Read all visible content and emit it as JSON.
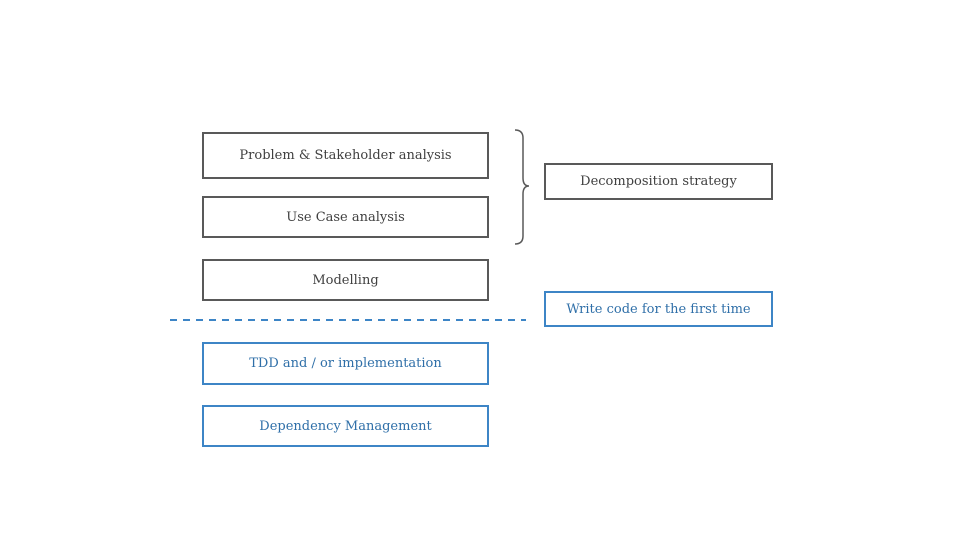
{
  "diagram": {
    "left_column": [
      {
        "label": "Problem & Stakeholder analysis",
        "style": "grey"
      },
      {
        "label": "Use Case analysis",
        "style": "grey"
      },
      {
        "label": "Modelling",
        "style": "grey"
      },
      {
        "label": "TDD and / or implementation",
        "style": "blue"
      },
      {
        "label": "Dependency Management",
        "style": "blue"
      }
    ],
    "right_column": [
      {
        "label": "Decomposition strategy",
        "style": "grey"
      },
      {
        "label": "Write code for the first time",
        "style": "blue"
      }
    ]
  },
  "colors": {
    "grey_border": "#595959",
    "grey_text": "#404040",
    "blue_border": "#3d85c6",
    "blue_text": "#2f6fa8",
    "divider": "#3d85c6",
    "brace": "#595959"
  }
}
